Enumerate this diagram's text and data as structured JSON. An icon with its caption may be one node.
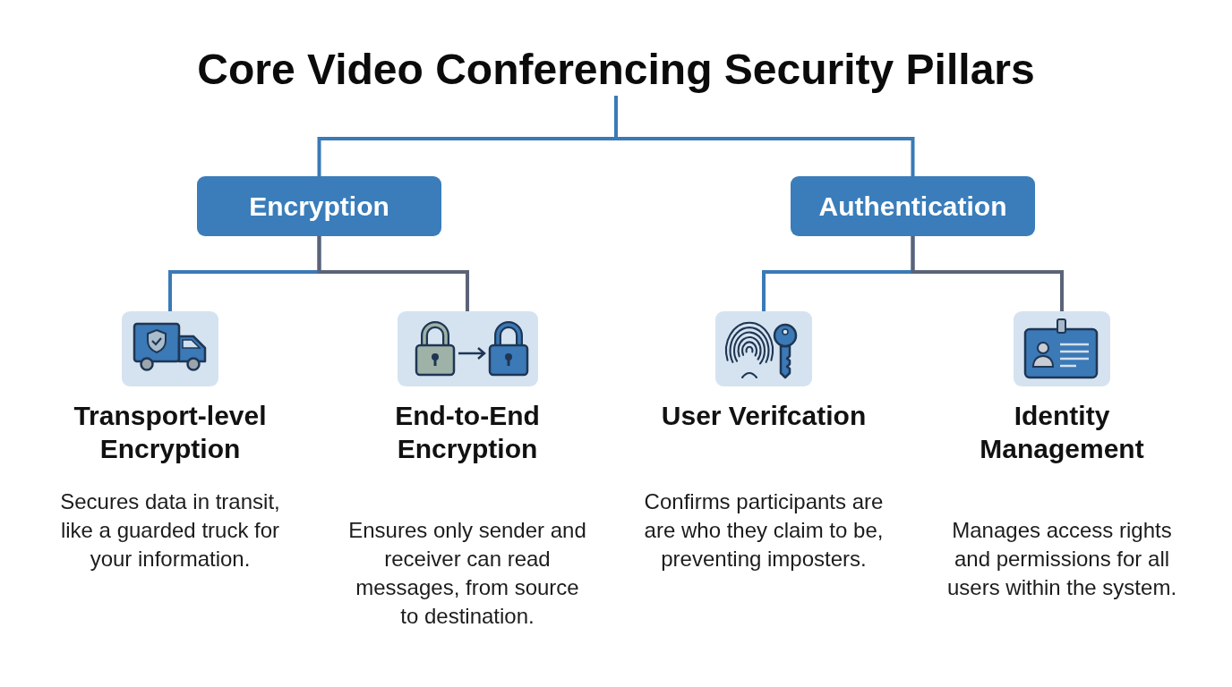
{
  "diagram": {
    "nodes": [
      {
        "text": [
          "Core Video Conferencing Security Pillars"
        ]
      },
      {
        "text": [
          "Encryption"
        ]
      },
      {
        "text": [
          "Authentication"
        ]
      },
      {
        "text": [
          "Transport-level Encryption",
          "Secures data in transit, like a guarded truck for your information."
        ]
      },
      {
        "text": [
          "End-to-End Encryption",
          "Ensures only sender and receiver can read messages, from source to destination."
        ]
      },
      {
        "text": [
          "User Verifcation",
          "Confirms participants are are who they claim to be, preventing imposters."
        ]
      },
      {
        "text": [
          "Identity Management",
          "Manages access rights and permissions for all users within the system."
        ]
      }
    ],
    "edges": [
      {
        "from": 0,
        "to": 1,
        "arrow": "none"
      },
      {
        "from": 0,
        "to": 2,
        "arrow": "none"
      },
      {
        "from": 1,
        "to": 3,
        "arrow": "none"
      },
      {
        "from": 1,
        "to": 4,
        "arrow": "none",
        "color": "#5b6377"
      },
      {
        "from": 2,
        "to": 5,
        "arrow": "none"
      },
      {
        "from": 2,
        "to": 6,
        "arrow": "none",
        "color": "#5b6377"
      }
    ]
  }
}
